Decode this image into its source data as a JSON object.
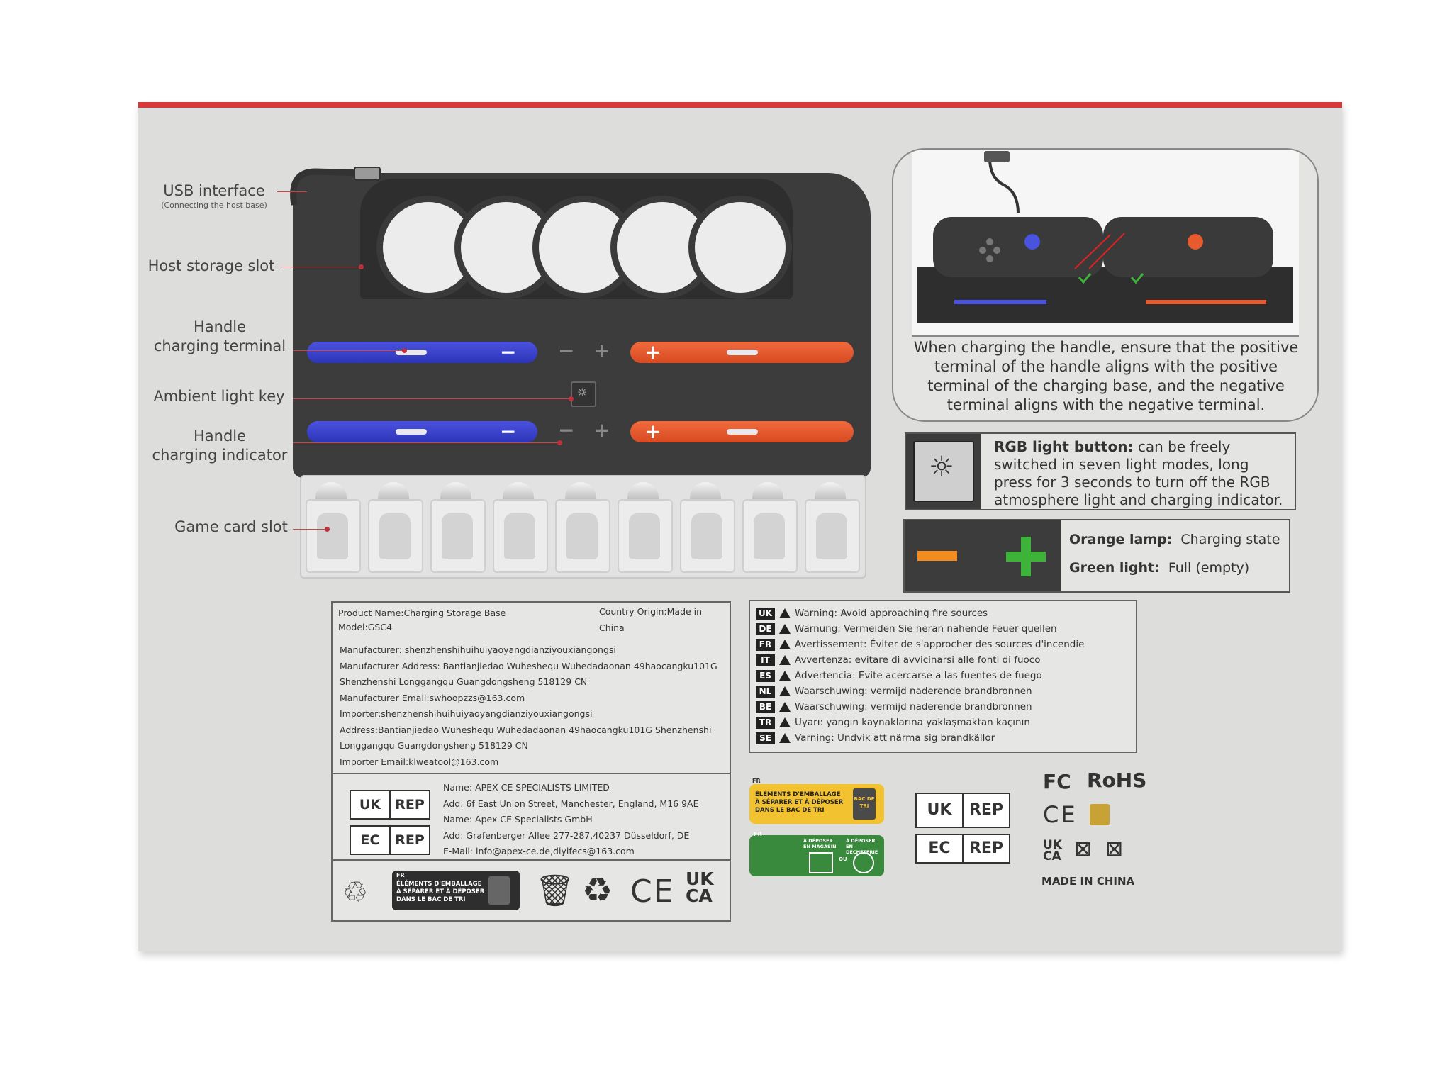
{
  "diagram": {
    "usb_label": "USB interface",
    "usb_sub": "(Connecting the host base)",
    "host_slot": "Host storage slot",
    "handle_terminal_1": "Handle",
    "handle_terminal_2": "charging terminal",
    "ambient_key": "Ambient light key",
    "handle_indicator_1": "Handle",
    "handle_indicator_2": "charging indicator",
    "game_card_slot": "Game card slot"
  },
  "photo_caption": "When charging the handle, ensure that the positive terminal of the handle aligns with the positive terminal of the charging base, and the negative terminal aligns with the negative terminal.",
  "rgb": {
    "title": "RGB light button:",
    "text": " can be freely switched in seven light modes, long press for 3 seconds to turn off the RGB atmosphere light and charging indicator."
  },
  "lamps": {
    "orange_label": "Orange lamp:",
    "orange_value": "Charging state",
    "green_label": "Green light:",
    "green_value": "Full (empty)"
  },
  "product": {
    "name": "Product Name:Charging Storage Base",
    "origin": "Country Origin:Made in China",
    "model": "Model:GSC4",
    "lines": [
      "Manufacturer: shenzhenshihuihuiyaoyangdianziyouxiangongsi",
      "Manufacturer Address: Bantianjiedao Wuheshequ Wuhedadaonan 49haocangku101G",
      "Shenzhenshi Longgangqu Guangdongsheng 518129 CN",
      "Manufacturer Email:swhoopzzs@163.com",
      "Importer:shenzhenshihuihuiyaoyangdianziyouxiangongsi",
      "Address:Bantianjiedao Wuheshequ Wuhedadaonan 49haocangku101G Shenzhenshi",
      "Longgangqu Guangdongsheng 518129 CN",
      "Importer Email:klweatool@163.com"
    ]
  },
  "rep": {
    "uk": "UK",
    "ec": "EC",
    "rep": "REP",
    "lines": [
      "Name: APEX CE SPECIALISTS LIMITED",
      "Add: 6f East Union Street, Manchester, England, M16 9AE",
      "Name: Apex CE Specialists GmbH",
      "Add: Grafenberger Allee 277-287,40237 Düsseldorf, DE",
      "E-Mail: info@apex-ce.de,diyifecs@163.com"
    ]
  },
  "warnings": [
    {
      "code": "UK",
      "text": "Warning: Avoid approaching fire sources"
    },
    {
      "code": "DE",
      "text": "Warnung: Vermeiden Sie heran nahende Feuer quellen"
    },
    {
      "code": "FR",
      "text": "Avertissement: Éviter de s'approcher des sources d'incendie"
    },
    {
      "code": "IT",
      "text": "Avvertenza: evitare di avvicinarsi alle fonti di fuoco"
    },
    {
      "code": "ES",
      "text": "Advertencia: Evite acercarse a las fuentes de fuego"
    },
    {
      "code": "NL",
      "text": "Waarschuwing: vermijd naderende brandbronnen"
    },
    {
      "code": "BE",
      "text": "Waarschuwing: vermijd naderende brandbronnen"
    },
    {
      "code": "TR",
      "text": "Uyarı: yangın kaynaklarına yaklaşmaktan kaçının"
    },
    {
      "code": "SE",
      "text": "Varning: Undvik att närma sig brandkällor"
    }
  ],
  "triman": {
    "fr": "FR",
    "line1": "ÉLÉMENTS D'EMBALLAGE",
    "line2": "À SÉPARER ET À DÉPOSER",
    "line3": "DANS LE BAC DE TRI",
    "bin": "BAC DE TRI",
    "store": "À DÉPOSER EN MAGASIN",
    "ou": "OU",
    "dechet": "À DÉPOSER EN DÉCHETERIE"
  },
  "marks": {
    "fc": "FC",
    "rohs": "RoHS",
    "ce": "CE",
    "ukca_1": "UK",
    "ukca_2": "CA",
    "made_in": "MADE IN CHINA"
  },
  "colors": {
    "box_bg": "#dddddb",
    "accent_red": "#d8383a",
    "blue_bar": "#3a42cc",
    "orange_bar": "#e65a2e",
    "dark_panel": "#3c3c3c",
    "lamp_orange": "#f28c1e",
    "lamp_green": "#3db33a",
    "triman_yellow": "#f2c230",
    "triman_green": "#3a8a3e"
  }
}
